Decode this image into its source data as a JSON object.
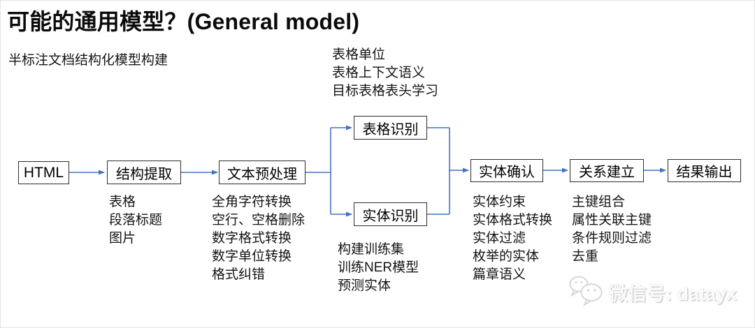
{
  "slide": {
    "title": "可能的通用模型？(General model)",
    "subtitle": "半标注文档结构化模型构建"
  },
  "colors": {
    "arrow": "#4472C4",
    "box_border": "#2d2d2d",
    "text": "#141414",
    "watermark": "#d7d7d7"
  },
  "flow": {
    "html": "HTML",
    "structure_extract": "结构提取",
    "text_preprocess": "文本预处理",
    "table_recognition": "表格识别",
    "entity_recognition": "实体识别",
    "entity_confirm": "实体确认",
    "relation_build": "关系建立",
    "result_output": "结果输出"
  },
  "annotations": {
    "table_learning": [
      "表格单位",
      "表格上下文语义",
      "目标表格表头学习"
    ],
    "structure_extract": [
      "表格",
      "段落标题",
      "图片"
    ],
    "text_preprocess": [
      "全角字符转换",
      "空行、空格删除",
      "数字格式转换",
      "数字单位转换",
      "格式纠错"
    ],
    "entity_recognition": [
      "构建训练集",
      "训练NER模型",
      "预测实体"
    ],
    "entity_confirm": [
      "实体约束",
      "实体格式转换",
      "实体过滤",
      "枚举的实体",
      "篇章语义"
    ],
    "relation_build": [
      "主键组合",
      "属性关联主键",
      "条件规则过滤",
      "去重"
    ]
  },
  "watermark": {
    "label": "微信号: datayx",
    "icon": "wechat-icon"
  }
}
